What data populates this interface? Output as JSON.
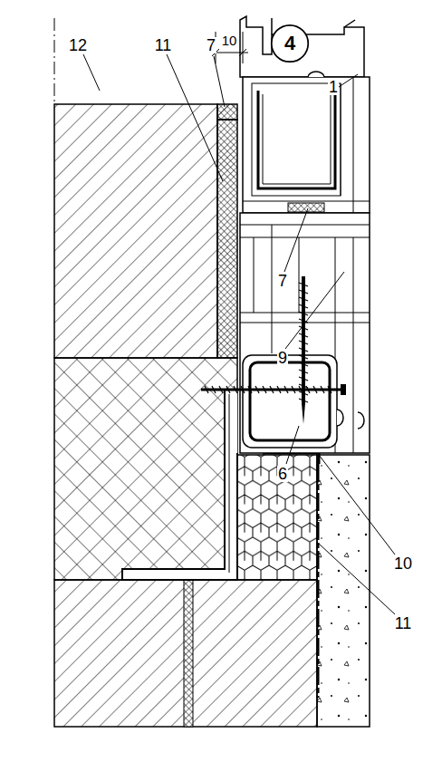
{
  "diagram": {
    "nodes": [
      {
        "text": [
          "4"
        ]
      }
    ],
    "labels": [
      "12",
      "11",
      "7",
      "10",
      "1",
      "7",
      "9",
      "6",
      "10",
      "11"
    ]
  }
}
